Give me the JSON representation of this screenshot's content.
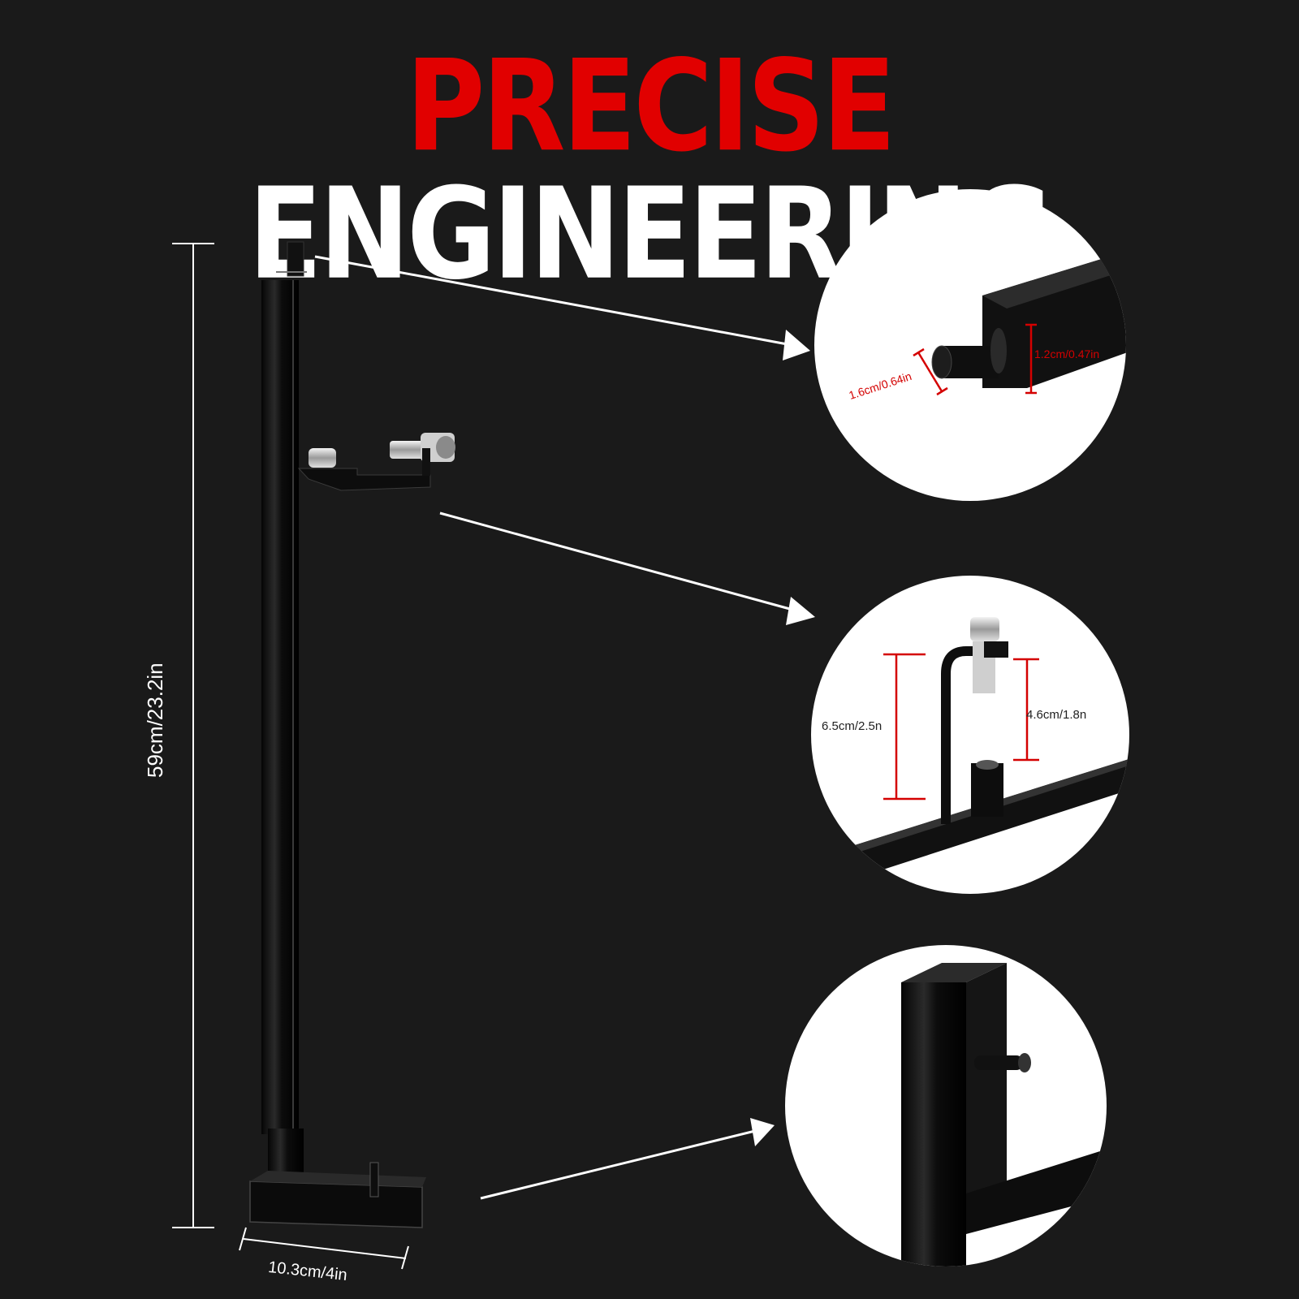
{
  "headline": {
    "word1": "PRECISE",
    "word2": "ENGINEERING"
  },
  "colors": {
    "background": "#1a1a1a",
    "accent": "#e10000",
    "text": "#ffffff",
    "dimension_red": "#d40000"
  },
  "dimensions": {
    "height": "59cm/23.2in",
    "base_width": "10.3cm/4in"
  },
  "detail_top": {
    "width_label": "1.6cm/0.64in",
    "height_label": "1.2cm/0.47in"
  },
  "detail_middle": {
    "outer_label": "6.5cm/2.5n",
    "inner_label": "4.6cm/1.8n"
  },
  "icons": [
    "arrow-icon",
    "product-stand",
    "detail-circle"
  ]
}
